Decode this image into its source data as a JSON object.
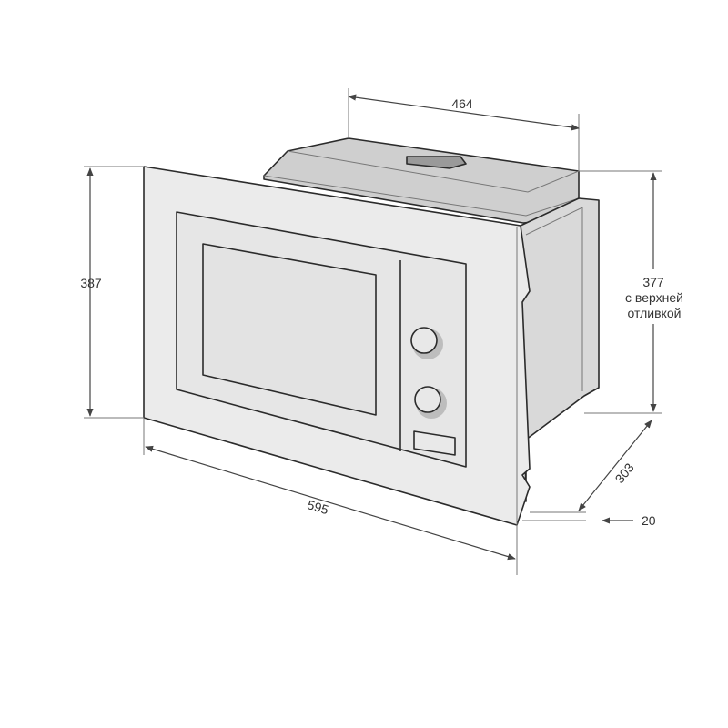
{
  "dimensions": {
    "top_depth": "464",
    "front_height": "387",
    "side_height_value": "377",
    "side_height_note_line1": "с верхней",
    "side_height_note_line2": "отливкой",
    "front_width": "595",
    "side_depth": "303",
    "frame_offset": "20"
  },
  "colors": {
    "frame": "#ebebeb",
    "door": "#e6e6e6",
    "window": "#e3e3e3",
    "housing_side": "#d9d9d9",
    "housing_top": "#cfcfcf",
    "outline": "#2b2b2b",
    "dimension": "#444444"
  }
}
